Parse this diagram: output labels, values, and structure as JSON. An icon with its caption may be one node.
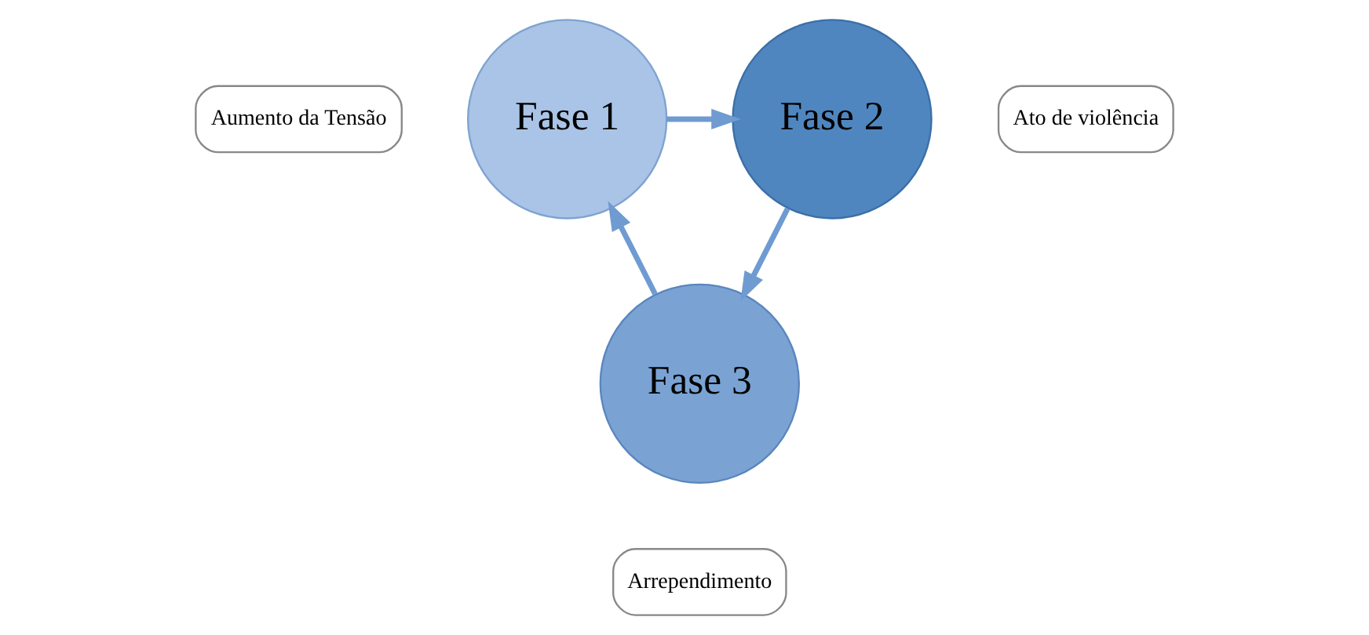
{
  "diagram": {
    "nodes": [
      {
        "text": [
          "Aumento da Tensão"
        ]
      },
      {
        "text": [
          "Ato de violência"
        ]
      },
      {
        "text": [
          "Fase 1"
        ]
      },
      {
        "text": [
          "Fase 2"
        ]
      },
      {
        "text": [
          "Fase 3"
        ]
      },
      {
        "text": [
          "Arrependimento"
        ]
      }
    ],
    "edges": [
      {
        "from": 2,
        "to": 3,
        "arrow": "to"
      },
      {
        "from": 3,
        "to": 4,
        "arrow": "to"
      },
      {
        "from": 4,
        "to": 2,
        "arrow": "to"
      }
    ]
  }
}
